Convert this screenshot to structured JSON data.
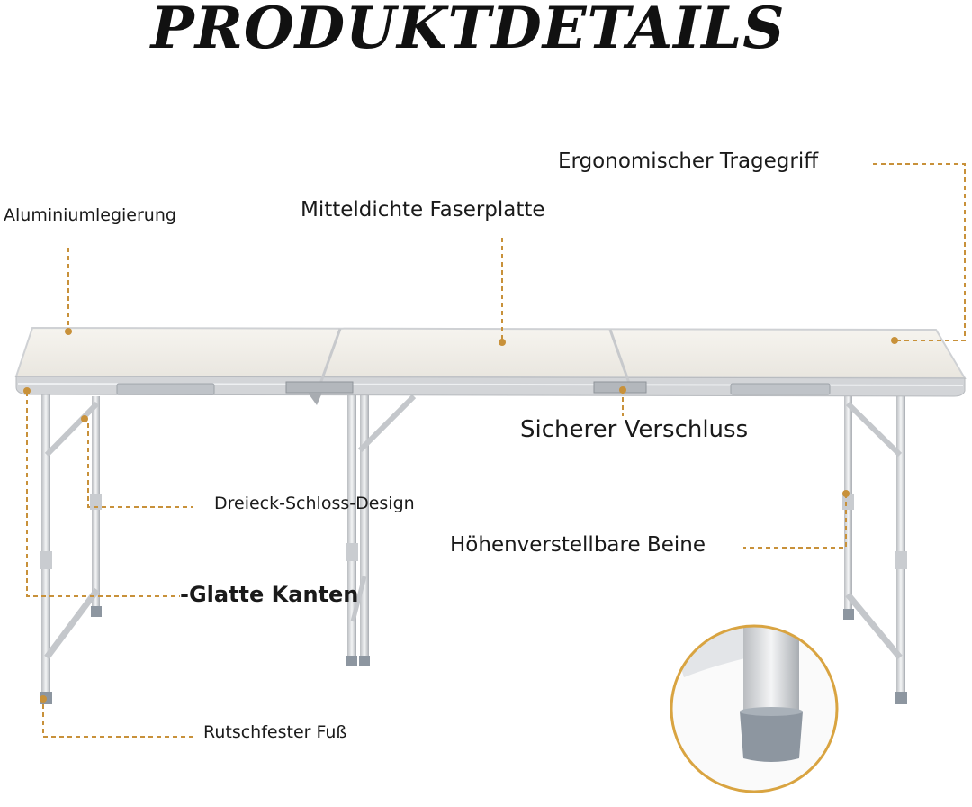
{
  "title": "PRODUKTDETAILS",
  "colors": {
    "callout_line": "#c8913a",
    "text": "#1a1a1a",
    "tabletop": "#f1efe9",
    "frame": "#d3d5d8",
    "foot": "#8d96a0",
    "inset_ring": "#d9a441"
  },
  "labels": {
    "aluminium": "Aluminiumlegierung",
    "fiberboard": "Mitteldichte Faserplatte",
    "handle": "Ergonomischer Tragegriff",
    "lock": "Sicherer Verschluss",
    "triangle": "Dreieck-Schloss-Design",
    "height": "Höhenverstellbare Beine",
    "edges": "-Glatte Kanten",
    "foot": "Rutschfester Fuß"
  }
}
